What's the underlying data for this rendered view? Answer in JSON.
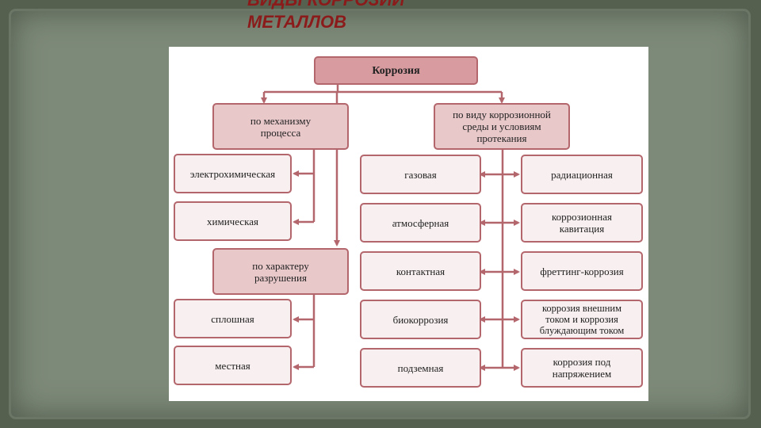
{
  "slide_title": "ВИДЫ КОРРОЗИИ\nМЕТАЛЛОВ",
  "diagram": {
    "root": "Коррозия",
    "by_mechanism": "по механизму\nпроцесса",
    "electrochemical": "электрохимическая",
    "chemical": "химическая",
    "by_destruction": "по характеру\nразрушения",
    "continuous": "сплошная",
    "local": "местная",
    "by_environment": "по виду коррозионной\nсреды и условиям\nпротекания",
    "gas": "газовая",
    "atmospheric": "атмосферная",
    "contact": "контактная",
    "bio": "биокоррозия",
    "underground": "подземная",
    "radiation": "радиационная",
    "cavitation": "коррозионная\nкавитация",
    "fretting": "фреттинг-коррозия",
    "external_current": "коррозия внешним\nтоком и коррозия\nблуждающим током",
    "stress": "коррозия под\nнапряжением"
  },
  "colors": {
    "title": "#8b1a1a",
    "line": "#b3666c",
    "box_fill": "#f8eff0",
    "box_dark": "#e9c8ca",
    "root_fill": "#d79ba0"
  }
}
